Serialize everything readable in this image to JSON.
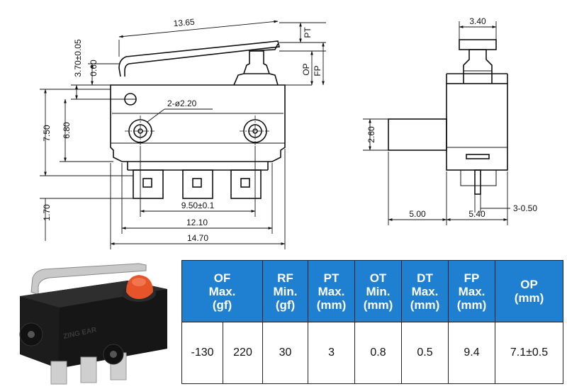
{
  "drawing": {
    "front_view": {
      "dim_total_length": "14.70",
      "dim_body_length": "12.10",
      "dim_hole_pitch": "9.50±0.1",
      "dim_lever_length": "13.65",
      "dim_hole_dia": "2-ø2.20",
      "dim_height_750": "7.50",
      "dim_height_680": "6.80",
      "dim_terminal_170": "1.70",
      "dim_370": "3.70±0.05",
      "dim_060": "0.60",
      "dim_pt": "PT",
      "dim_op": "OP",
      "dim_fp": "FP"
    },
    "side_view": {
      "dim_width_340": "3.40",
      "dim_height_260": "2.60",
      "dim_500": "5.00",
      "dim_540": "5.40",
      "dim_terminal_050": "3-0.50"
    }
  },
  "photo": {
    "description_icon": "microswitch-photo-icon",
    "body_marking": "ZING EAR"
  },
  "spec_table": {
    "headers": [
      [
        "OF",
        "Max.",
        "(gf)"
      ],
      [
        "RF",
        "Min.",
        "(gf)"
      ],
      [
        "PT",
        "Max.",
        "(mm)"
      ],
      [
        "OT",
        "Min.",
        "(mm)"
      ],
      [
        "DT",
        "Max.",
        "(mm)"
      ],
      [
        "FP",
        "Max.",
        "(mm)"
      ],
      [
        "OP",
        "(mm)"
      ]
    ],
    "values": [
      "-130",
      "220",
      "30",
      "3",
      "0.8",
      "0.5",
      "9.4",
      "7.1±0.5"
    ]
  },
  "colors": {
    "header_bg": "#1f7fd0",
    "header_text": "#ffffff",
    "plunger": "#e8542a",
    "body": "#1a1a1a"
  }
}
